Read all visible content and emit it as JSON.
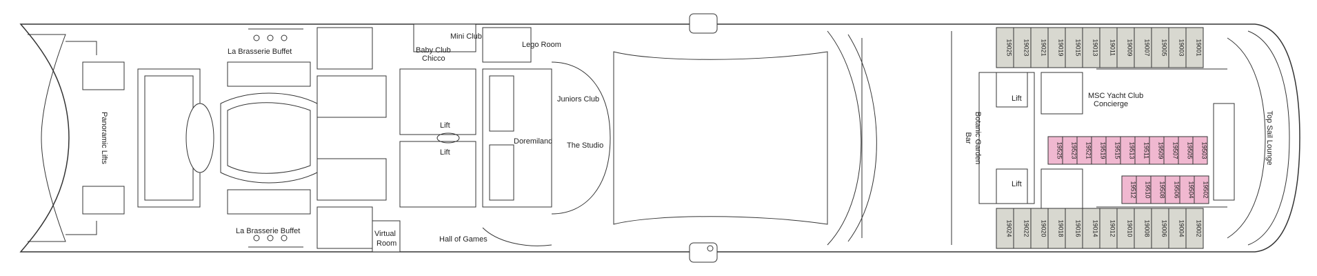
{
  "colors": {
    "yacht_suite": "#f0b8d0",
    "standard_cabin": "#d8d8d0",
    "outline": "#333333"
  },
  "labels": {
    "la_brasserie_top": "La Brasserie Buffet",
    "la_brasserie_bottom": "La Brasserie Buffet",
    "panoramic_lifts": "Panoramic Lifts",
    "mini_club": "Mini Club",
    "baby_club": "Baby Club",
    "chicco": "Chicco",
    "lego_room": "Lego Room",
    "juniors_club": "Juniors Club",
    "lift_1": "Lift",
    "lift_2": "Lift",
    "doremiland": "Doremiland",
    "the_studio": "The Studio",
    "virtual_room_line1": "Virtual",
    "virtual_room_line2": "Room",
    "hall_of_games": "Hall of Games",
    "botanic_garden": "Botanic Garden",
    "bar": "Bar",
    "lift_3": "Lift",
    "lift_4": "Lift",
    "msc_yacht_club": "MSC Yacht Club",
    "concierge": "Concierge",
    "top_sail_lounge": "Top Sail Lounge"
  },
  "cabins_top": [
    "19025",
    "19023",
    "19021",
    "19019",
    "19015",
    "19013",
    "19011",
    "19009",
    "19007",
    "19005",
    "19003",
    "19001"
  ],
  "cabins_bottom": [
    "19024",
    "19022",
    "19020",
    "19018",
    "19016",
    "19014",
    "19012",
    "19010",
    "19008",
    "19006",
    "19004",
    "19002"
  ],
  "suites_row1": [
    "19525",
    "19523",
    "19521",
    "19519",
    "19515",
    "19513",
    "19511",
    "19509",
    "19507",
    "19505",
    "19503"
  ],
  "suites_row2": [
    "19512",
    "19510",
    "19508",
    "19506",
    "19504",
    "19502"
  ]
}
